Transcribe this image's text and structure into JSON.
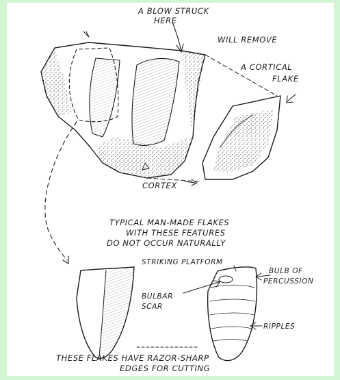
{
  "labels": {
    "blow_line1": "A BLOW STRUCK",
    "blow_line2": "HERE",
    "remove_line1": "WILL REMOVE",
    "remove_line2": "A CORTICAL",
    "remove_line3": "FLAKE",
    "cortex": "CORTEX",
    "typical_line1": "TYPICAL MAN-MADE FLAKES",
    "typical_line2": "WITH THESE FEATURES",
    "typical_line3": "DO NOT OCCUR NATURALLY",
    "striking_platform": "STRIKING PLATFORM",
    "bulb_line1": "BULB OF",
    "bulb_line2": "PERCUSSION",
    "bulbar_line1": "BULBAR",
    "bulbar_line2": "SCAR",
    "ripples": "RIPPLES",
    "bottom_line1": "THESE FLAKES HAVE RAZOR-SHARP",
    "bottom_line2": "EDGES FOR CUTTING"
  },
  "colors": {
    "outer_background": "#d4f5d4",
    "panel_background": "#ffffff",
    "ink": "#1a1a1a"
  }
}
